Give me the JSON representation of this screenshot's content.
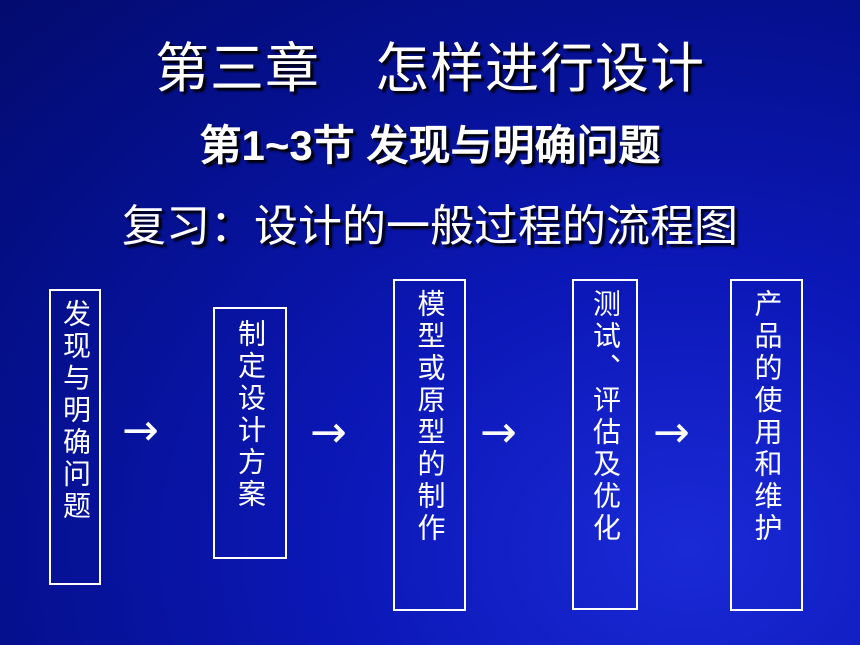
{
  "title": {
    "chapter": "第三章　怎样进行设计",
    "section": "第1~3节  发现与明确问题",
    "review": "复习：设计的一般过程的流程图"
  },
  "flow": {
    "steps": [
      "发现与明确问题",
      "制定设计方案",
      "模型或原型的制作",
      "测试、评估及优化",
      "产品的使用和维护"
    ],
    "arrow": "→"
  }
}
